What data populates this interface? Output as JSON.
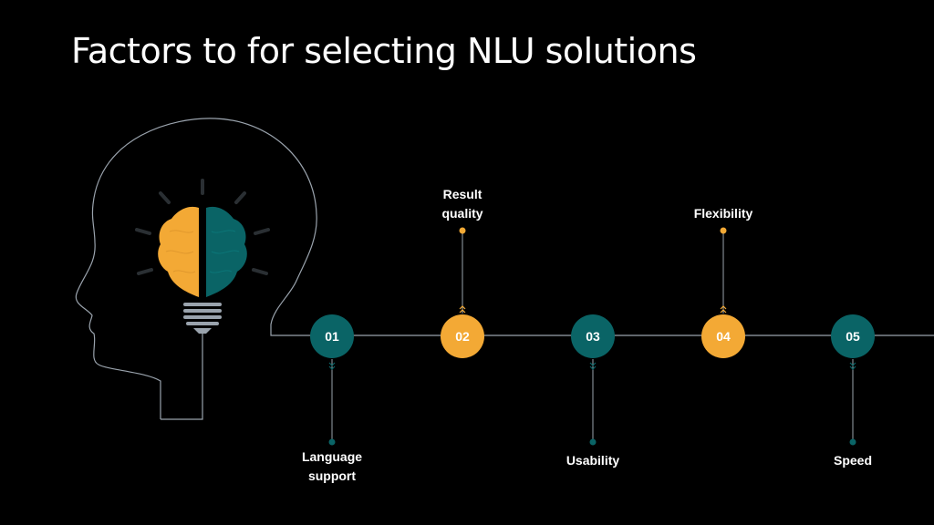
{
  "title": "Factors to for selecting NLU solutions",
  "colors": {
    "background": "#000000",
    "teal": "#0a6466",
    "orange": "#f3a935",
    "outline": "#9aa3ad",
    "text": "#ffffff"
  },
  "icon": "head-with-lightbulb-brain-icon",
  "steps": [
    {
      "number": "01",
      "label_line1": "Language",
      "label_line2": "support",
      "color": "teal"
    },
    {
      "number": "02",
      "label_line1": "Result",
      "label_line2": "quality",
      "color": "orange"
    },
    {
      "number": "03",
      "label_line1": "Usability",
      "label_line2": "",
      "color": "teal"
    },
    {
      "number": "04",
      "label_line1": "Flexibility",
      "label_line2": "",
      "color": "orange"
    },
    {
      "number": "05",
      "label_line1": "Speed",
      "label_line2": "",
      "color": "teal"
    }
  ]
}
